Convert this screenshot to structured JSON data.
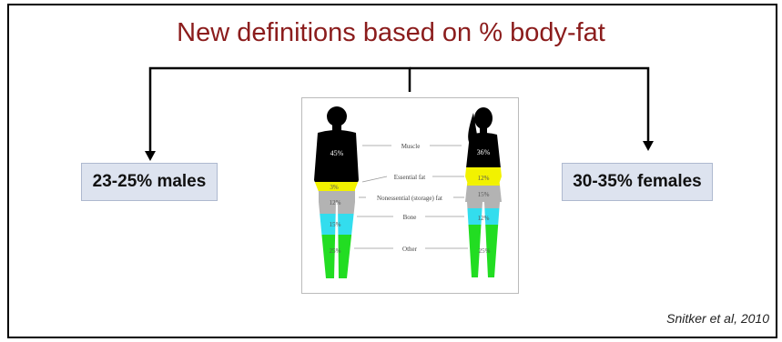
{
  "title": "New definitions based on % body-fat",
  "left_box": {
    "label": "23-25% males"
  },
  "right_box": {
    "label": "30-35% females"
  },
  "figure": {
    "male_values": {
      "muscle": "45%",
      "essential": "3%",
      "storage": "12%",
      "bone": "15%",
      "other": "25%"
    },
    "female_values": {
      "muscle": "36%",
      "essential": "12%",
      "storage": "15%",
      "bone": "12%",
      "other": "25%"
    },
    "labels": {
      "muscle": "Muscle",
      "essential": "Essential fat",
      "storage": "Nonessential (storage) fat",
      "bone": "Bone",
      "other": "Other"
    },
    "colors": {
      "muscle": "#000000",
      "essential": "#f2f200",
      "storage": "#b3b3b3",
      "bone": "#33ddee",
      "other": "#22dd22"
    }
  },
  "citation": "Snitker et al, 2010",
  "colors": {
    "title": "#8b1c1c",
    "box_fill": "#dde3ef"
  }
}
